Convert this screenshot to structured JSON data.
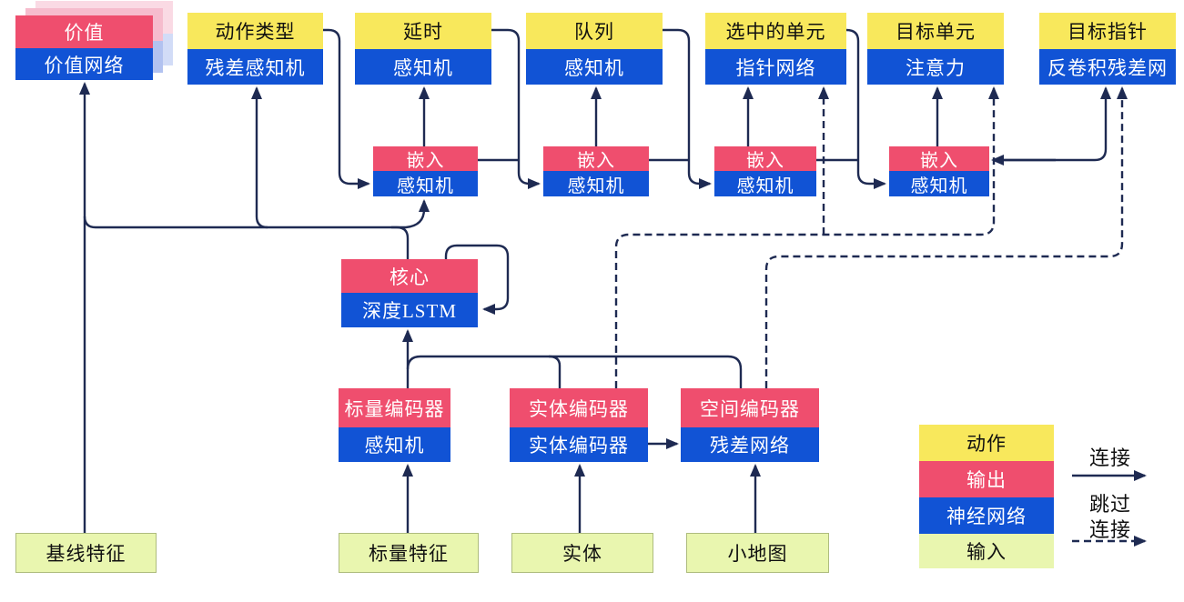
{
  "diagram": {
    "heads": [
      {
        "action": "价值",
        "network": "价值网络"
      },
      {
        "action": "动作类型",
        "network": "残差感知机"
      },
      {
        "action": "延时",
        "network": "感知机"
      },
      {
        "action": "队列",
        "network": "感知机"
      },
      {
        "action": "选中的单元",
        "network": "指针网络"
      },
      {
        "action": "目标单元",
        "network": "注意力"
      },
      {
        "action": "目标指针",
        "network": "反卷积残差网"
      }
    ],
    "embeddings": [
      {
        "output": "嵌入",
        "network": "感知机"
      },
      {
        "output": "嵌入",
        "network": "感知机"
      },
      {
        "output": "嵌入",
        "network": "感知机"
      },
      {
        "output": "嵌入",
        "network": "感知机"
      }
    ],
    "core": {
      "output": "核心",
      "network": "深度LSTM"
    },
    "encoders": [
      {
        "output": "标量编码器",
        "network": "感知机"
      },
      {
        "output": "实体编码器",
        "network": "实体编码器"
      },
      {
        "output": "空间编码器",
        "network": "残差网络"
      }
    ],
    "inputs": [
      "基线特征",
      "标量特征",
      "实体",
      "小地图"
    ],
    "legend": {
      "rows": [
        {
          "label": "动作"
        },
        {
          "label": "输出"
        },
        {
          "label": "神经网络"
        },
        {
          "label": "输入"
        }
      ],
      "connection_label": "连接",
      "skip_label_line1": "跳过",
      "skip_label_line2": "连接"
    },
    "colors": {
      "action": "#f8e85c",
      "output": "#ef4e6e",
      "network": "#1153d5",
      "input": "#e9f6af",
      "line": "#1e2a52"
    }
  }
}
